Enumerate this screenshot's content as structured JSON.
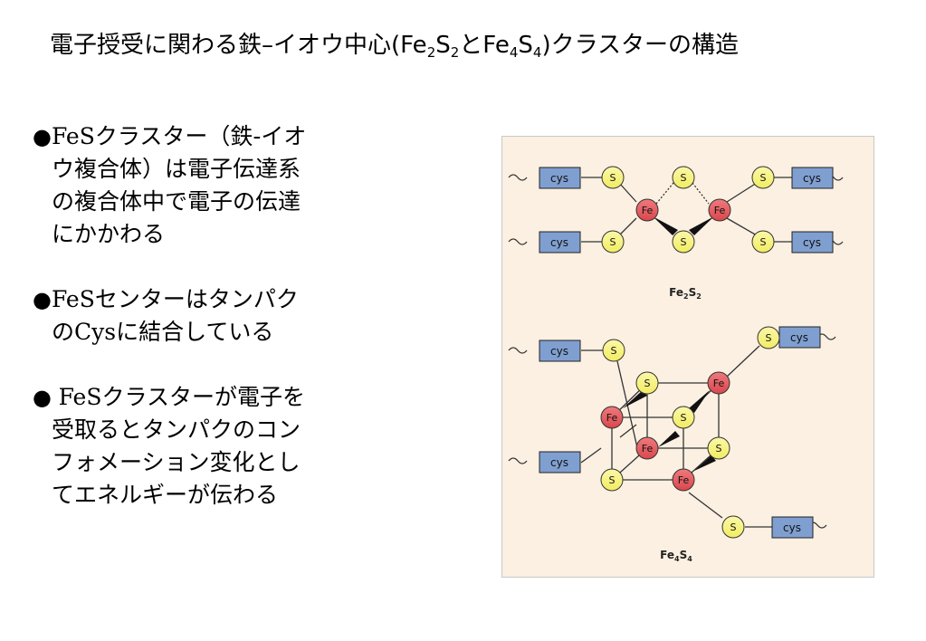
{
  "title": {
    "part1": "電子授受に関わる鉄–イオウ中心(Fe",
    "sub1": "2",
    "part2": "S",
    "sub2": "2",
    "part3": "とFe",
    "sub3": "4",
    "part4": "S",
    "sub4": "4",
    "part5": ")クラスターの構造"
  },
  "bullets": [
    {
      "dot": "●",
      "latin": "FeS",
      "lines": [
        "クラスター（鉄-イオ",
        "ウ複合体）は電子伝達系",
        "の複合体中で電子の伝達",
        "にかかわる"
      ]
    },
    {
      "dot": "●",
      "latin": "FeS",
      "lines": [
        "センターはタンパク"
      ],
      "line2_pre": "の",
      "line2_latin": "Cys",
      "line2_post": "に結合している"
    },
    {
      "dot": "● ",
      "latin": "FeS",
      "lines": [
        "クラスターが電子を",
        "受取るとタンパクのコン",
        "フォメーション変化とし",
        "てエネルギーが伝わる"
      ]
    }
  ],
  "diagram": {
    "labels": {
      "s": "S",
      "fe": "Fe",
      "cys": "cys"
    },
    "caption_fe2s2": {
      "a": "Fe",
      "a_sub": "2",
      "b": "S",
      "b_sub": "2"
    },
    "caption_fe4s4": {
      "a": "Fe",
      "a_sub": "4",
      "b": "S",
      "b_sub": "4"
    },
    "colors": {
      "sulfur": "#f5f07a",
      "iron": "#e25a5e",
      "cys": "#7f9fd0",
      "background": "#fbf0e2"
    }
  }
}
